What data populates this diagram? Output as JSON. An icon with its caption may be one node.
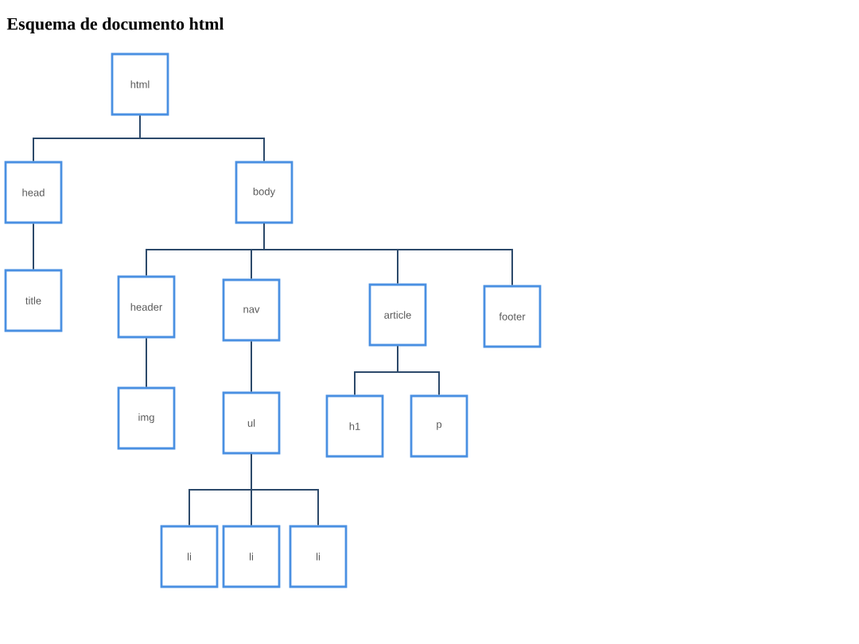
{
  "diagram": {
    "title": "Esquema de documento html",
    "nodes": [
      {
        "text": [
          "html"
        ]
      },
      {
        "text": [
          "head"
        ]
      },
      {
        "text": [
          "body"
        ]
      },
      {
        "text": [
          "title"
        ]
      },
      {
        "text": [
          "header"
        ]
      },
      {
        "text": [
          "nav"
        ]
      },
      {
        "text": [
          "article"
        ]
      },
      {
        "text": [
          "footer"
        ]
      },
      {
        "text": [
          "img"
        ]
      },
      {
        "text": [
          "ul"
        ]
      },
      {
        "text": [
          "h1"
        ]
      },
      {
        "text": [
          "p"
        ]
      },
      {
        "text": [
          "li"
        ]
      },
      {
        "text": [
          "li"
        ]
      },
      {
        "text": [
          "li"
        ]
      }
    ],
    "edges": [
      {
        "from": 0,
        "to": 1,
        "arrow": "none"
      },
      {
        "from": 0,
        "to": 2,
        "arrow": "none"
      },
      {
        "from": 1,
        "to": 3,
        "arrow": "none"
      },
      {
        "from": 2,
        "to": 4,
        "arrow": "none"
      },
      {
        "from": 2,
        "to": 5,
        "arrow": "none"
      },
      {
        "from": 2,
        "to": 6,
        "arrow": "none"
      },
      {
        "from": 2,
        "to": 7,
        "arrow": "none"
      },
      {
        "from": 4,
        "to": 8,
        "arrow": "none"
      },
      {
        "from": 5,
        "to": 9,
        "arrow": "none"
      },
      {
        "from": 6,
        "to": 10,
        "arrow": "none"
      },
      {
        "from": 6,
        "to": 11,
        "arrow": "none"
      },
      {
        "from": 9,
        "to": 12,
        "arrow": "none"
      },
      {
        "from": 9,
        "to": 13,
        "arrow": "none"
      },
      {
        "from": 9,
        "to": 14,
        "arrow": "none"
      }
    ]
  }
}
